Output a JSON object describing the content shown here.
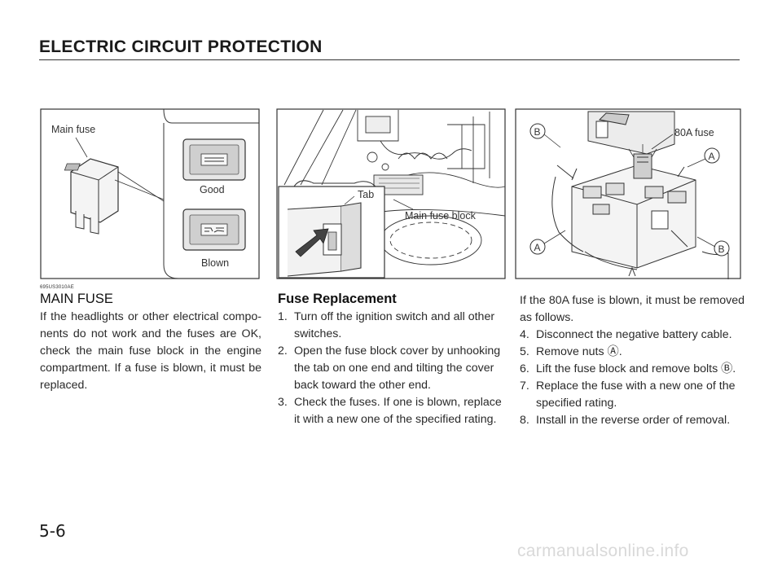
{
  "page": {
    "title": "ELECTRIC CIRCUIT PROTECTION",
    "page_number": "5-6",
    "watermark": "carmanualsonline.info",
    "figure_code": "695US3010AE"
  },
  "figures": {
    "fig1": {
      "main_fuse": "Main fuse",
      "good": "Good",
      "blown": "Blown"
    },
    "fig2": {
      "tab": "Tab",
      "main_fuse_block": "Main fuse block"
    },
    "fig3": {
      "fuse_80a": "80A fuse",
      "callout_a": "A",
      "callout_b": "B"
    }
  },
  "main_fuse": {
    "heading": "MAIN FUSE",
    "body": "If the headlights or other electrical compo-nents do not work and the fuses are OK, check the main fuse block in the engine compartment. If a fuse is blown, it must be replaced."
  },
  "fuse_replacement": {
    "heading": "Fuse Replacement",
    "steps": [
      {
        "num": "1.",
        "text": "Turn off the ignition switch and all other switches."
      },
      {
        "num": "2.",
        "text": "Open the fuse block cover by unhooking the tab on one end and tilting the cover back toward the other end."
      },
      {
        "num": "3.",
        "text": "Check the fuses. If one is blown, replace it with a new one of the specified rating."
      }
    ]
  },
  "removal": {
    "intro": "If the 80A fuse is blown, it must be removed as follows.",
    "steps": [
      {
        "num": "4.",
        "text": "Disconnect the negative battery cable."
      },
      {
        "num": "5.",
        "text": "Remove nuts Ⓐ."
      },
      {
        "num": "6.",
        "text": "Lift the fuse block and remove bolts Ⓑ."
      },
      {
        "num": "7.",
        "text": "Replace the fuse with a new one of the specified rating."
      },
      {
        "num": "8.",
        "text": "Install in the reverse order of removal."
      }
    ]
  }
}
